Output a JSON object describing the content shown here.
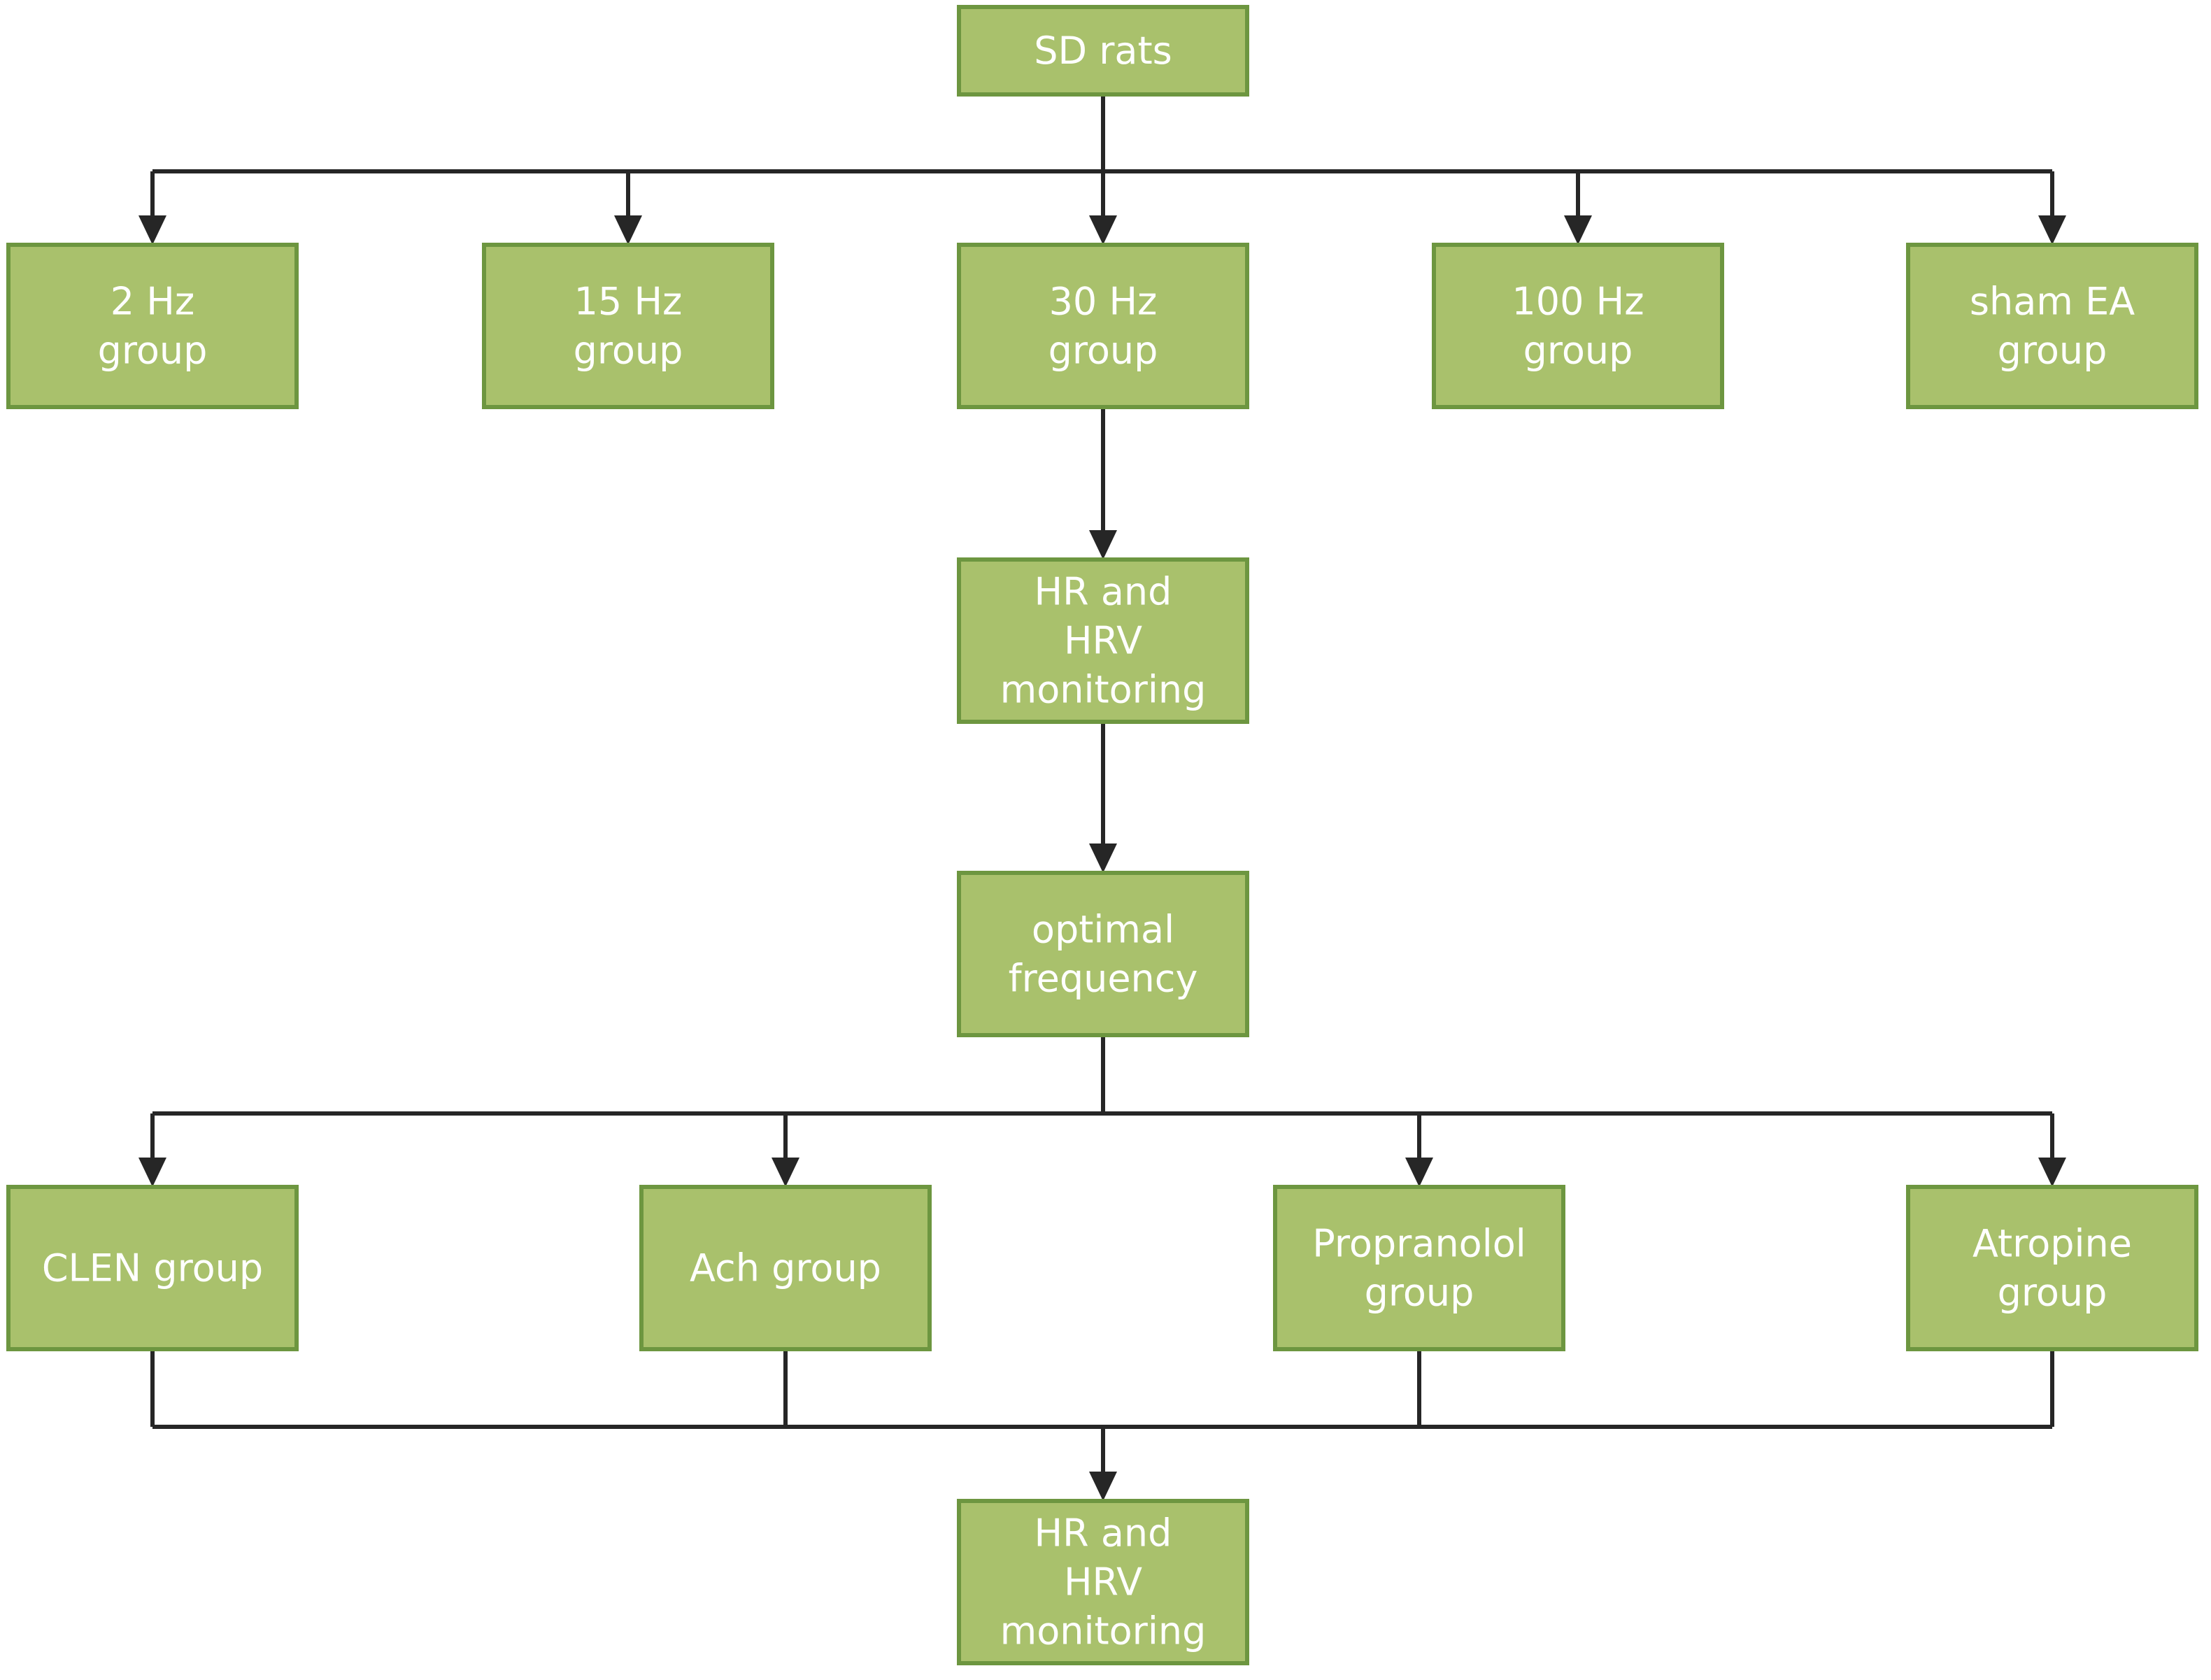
{
  "colors": {
    "box_fill": "#a9c16c",
    "box_border": "#6d9640",
    "box_text": "#ffffff",
    "line": "#262626"
  },
  "nodes": {
    "sd_rats": {
      "lines": [
        "SD rats"
      ]
    },
    "hz2": {
      "lines": [
        "2 Hz",
        "group"
      ]
    },
    "hz15": {
      "lines": [
        "15 Hz",
        "group"
      ]
    },
    "hz30": {
      "lines": [
        "30 Hz",
        "group"
      ]
    },
    "hz100": {
      "lines": [
        "100 Hz",
        "group"
      ]
    },
    "sham": {
      "lines": [
        "sham EA",
        "group"
      ]
    },
    "hrv1": {
      "lines": [
        "HR and",
        "HRV",
        "monitoring"
      ]
    },
    "optimal": {
      "lines": [
        "optimal",
        "frequency"
      ]
    },
    "clen": {
      "lines": [
        "CLEN group"
      ]
    },
    "ach": {
      "lines": [
        "Ach group"
      ]
    },
    "propranolol": {
      "lines": [
        "Propranolol",
        "group"
      ]
    },
    "atropine": {
      "lines": [
        "Atropine",
        "group"
      ]
    },
    "hrv2": {
      "lines": [
        "HR and",
        "HRV",
        "monitoring"
      ]
    }
  },
  "edges": [
    {
      "from": "sd_rats",
      "to": "hz2"
    },
    {
      "from": "sd_rats",
      "to": "hz15"
    },
    {
      "from": "sd_rats",
      "to": "hz30"
    },
    {
      "from": "sd_rats",
      "to": "hz100"
    },
    {
      "from": "sd_rats",
      "to": "sham"
    },
    {
      "from": "hz30",
      "to": "hrv1"
    },
    {
      "from": "hrv1",
      "to": "optimal"
    },
    {
      "from": "optimal",
      "to": "clen"
    },
    {
      "from": "optimal",
      "to": "ach"
    },
    {
      "from": "optimal",
      "to": "propranolol"
    },
    {
      "from": "optimal",
      "to": "atropine"
    },
    {
      "from": "clen",
      "to": "hrv2"
    },
    {
      "from": "ach",
      "to": "hrv2"
    },
    {
      "from": "propranolol",
      "to": "hrv2"
    },
    {
      "from": "atropine",
      "to": "hrv2"
    }
  ]
}
